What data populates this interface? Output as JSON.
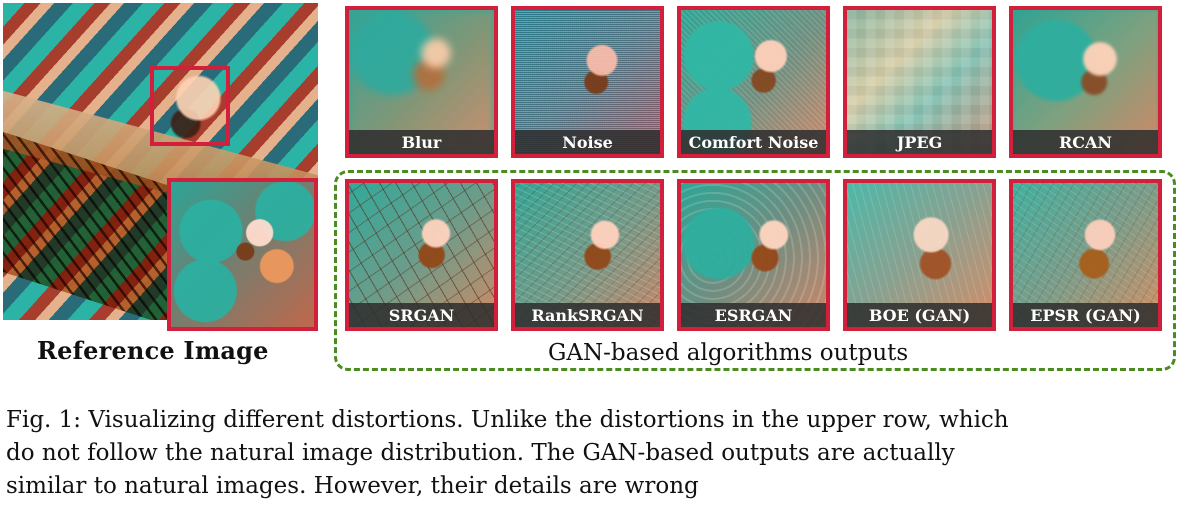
{
  "figure": {
    "reference_label": "Reference Image",
    "gan_group_label": "GAN-based algorithms outputs",
    "top_row": [
      {
        "label": "Blur"
      },
      {
        "label": "Noise"
      },
      {
        "label": "Comfort Noise"
      },
      {
        "label": "JPEG"
      },
      {
        "label": "RCAN"
      }
    ],
    "bottom_row": [
      {
        "label": "SRGAN"
      },
      {
        "label": "RankSRGAN"
      },
      {
        "label": "ESRGAN"
      },
      {
        "label": "BOE (GAN)"
      },
      {
        "label": "EPSR (GAN)"
      }
    ],
    "colors": {
      "crop_border": "#d21f3c",
      "group_border": "#4c8b1f",
      "label_bg": "#2d2d2d",
      "label_text": "#ffffff"
    }
  },
  "caption": {
    "lines": [
      "Fig. 1: Visualizing different distortions. Unlike the distortions in the upper row, which",
      "do not follow the natural image distribution. The GAN-based outputs are actually",
      "similar to natural images. However, their details are wrong"
    ]
  }
}
